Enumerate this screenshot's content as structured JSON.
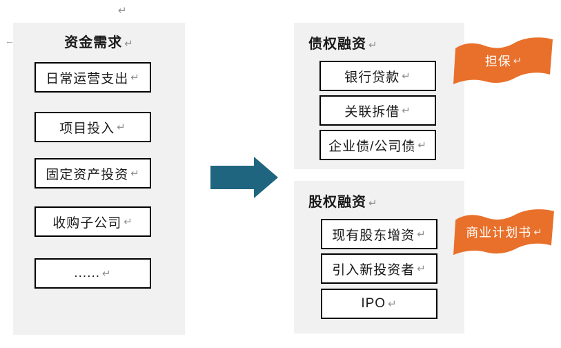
{
  "colors": {
    "panel_bg": "#f1f1f1",
    "box_bg": "#ffffff",
    "box_border": "#000000",
    "text": "#1a1a1a",
    "mark": "#8f8f8f",
    "arrow": "#20657f",
    "ribbon": "#e8702b",
    "ribbon_text": "#ffffff"
  },
  "marks": {
    "return": "↵",
    "left_arrow": "←"
  },
  "left_panel": {
    "title": "资金需求",
    "items": [
      "日常运营支出",
      "项目投入",
      "固定资产投资",
      "收购子公司",
      "......"
    ]
  },
  "debt_panel": {
    "title": "债权融资",
    "items": [
      "银行贷款",
      "关联拆借",
      "企业债/公司债"
    ]
  },
  "equity_panel": {
    "title": "股权融资",
    "items": [
      "现有股东增资",
      "引入新投资者",
      "IPO"
    ]
  },
  "ribbons": {
    "guarantee": "担保",
    "business_plan": "商业计划书"
  }
}
